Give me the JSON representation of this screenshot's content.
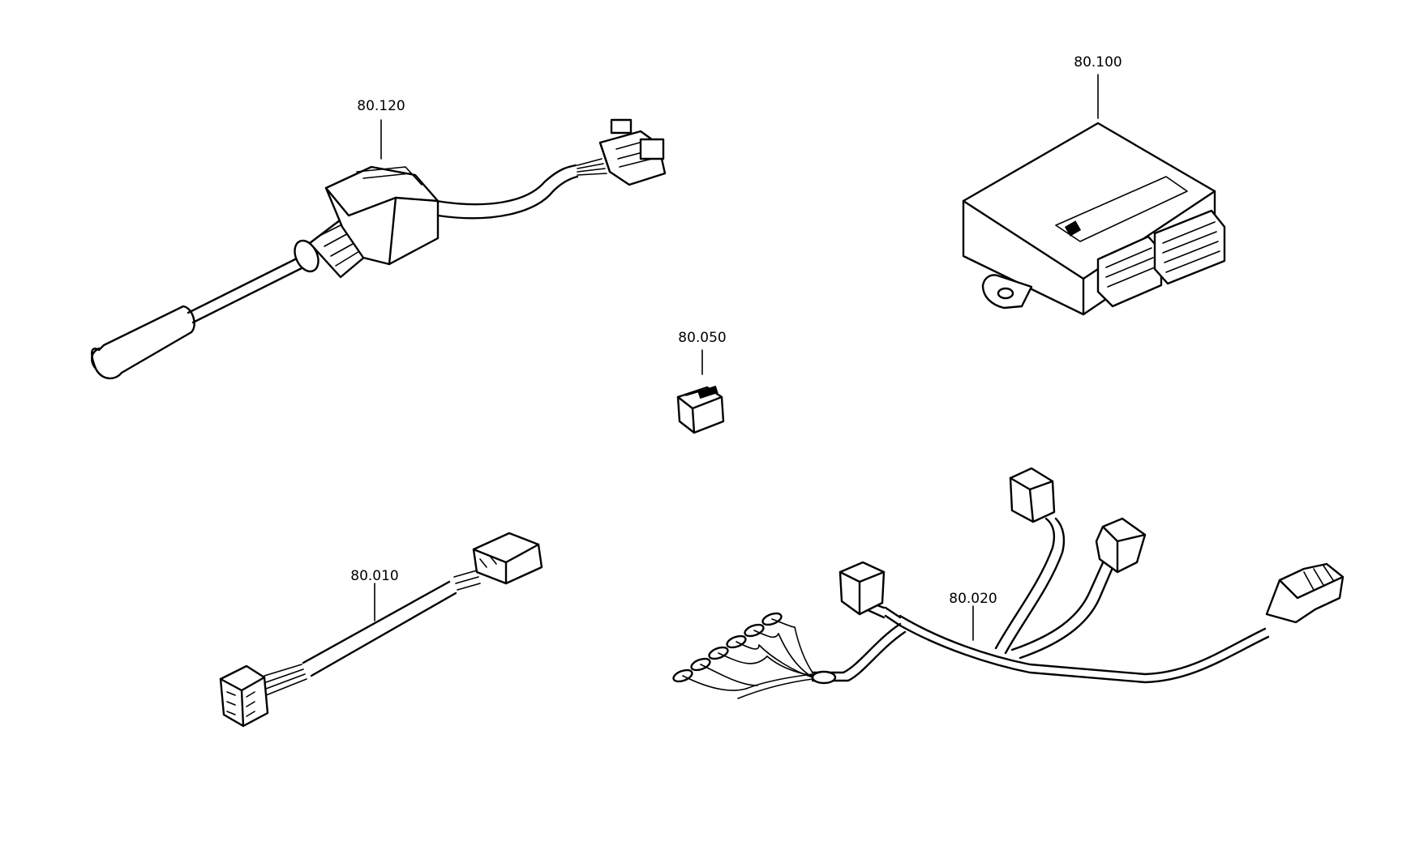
{
  "diagram": {
    "callouts": [
      {
        "id": "p80120",
        "label": "80.120"
      },
      {
        "id": "p80100",
        "label": "80.100"
      },
      {
        "id": "p80050",
        "label": "80.050"
      },
      {
        "id": "p80010",
        "label": "80.010"
      },
      {
        "id": "p80020",
        "label": "80.020"
      }
    ]
  }
}
